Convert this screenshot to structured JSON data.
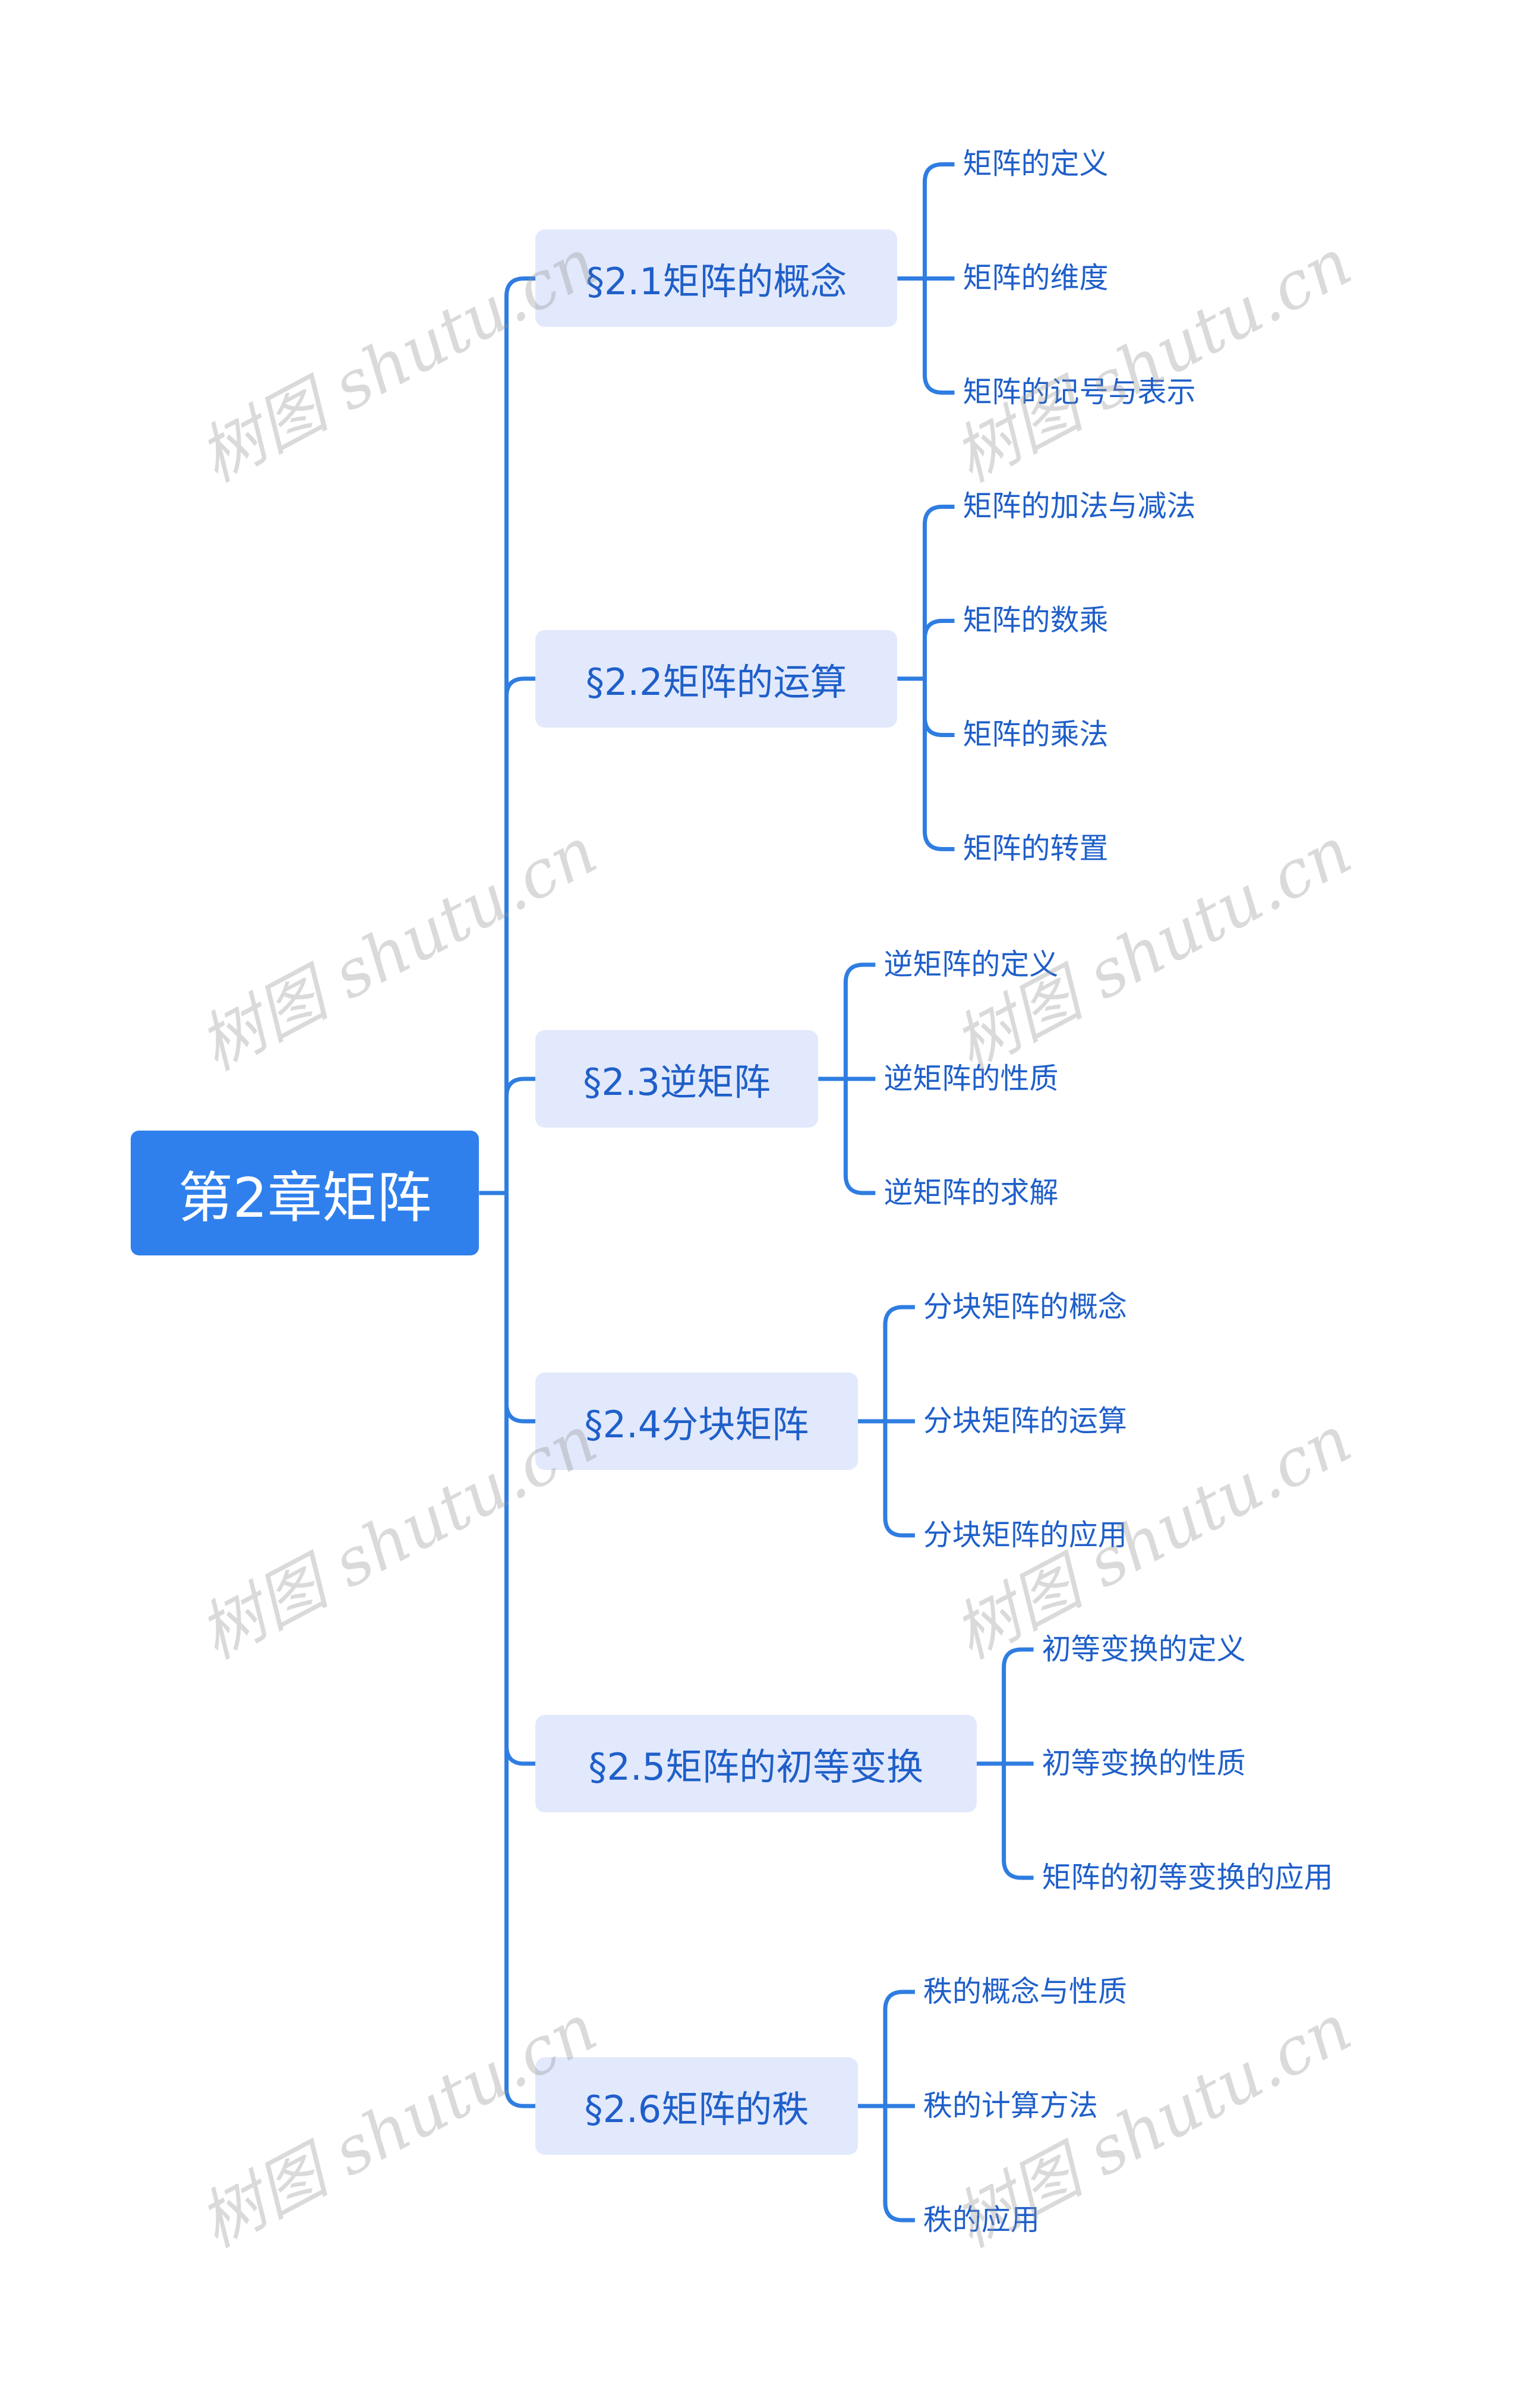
{
  "root": {
    "label": "第2章矩阵"
  },
  "watermark": "树图 shutu.cn",
  "colors": {
    "line": "#2f7de1",
    "root_bg": "#2f80ed",
    "branch_bg": "#e2e9fc",
    "text": "#1f5fc9"
  },
  "branches": [
    {
      "label": "§2.1矩阵的概念",
      "children": [
        "矩阵的定义",
        "矩阵的维度",
        "矩阵的记号与表示"
      ]
    },
    {
      "label": "§2.2矩阵的运算",
      "children": [
        "矩阵的加法与减法",
        "矩阵的数乘",
        "矩阵的乘法",
        "矩阵的转置"
      ]
    },
    {
      "label": "§2.3逆矩阵",
      "children": [
        "逆矩阵的定义",
        "逆矩阵的性质",
        "逆矩阵的求解"
      ]
    },
    {
      "label": "§2.4分块矩阵",
      "children": [
        "分块矩阵的概念",
        "分块矩阵的运算",
        "分块矩阵的应用"
      ]
    },
    {
      "label": "§2.5矩阵的初等变换",
      "children": [
        "初等变换的定义",
        "初等变换的性质",
        "矩阵的初等变换的应用"
      ]
    },
    {
      "label": "§2.6矩阵的秩",
      "children": [
        "秩的概念与性质",
        "秩的计算方法",
        "秩的应用"
      ]
    }
  ]
}
